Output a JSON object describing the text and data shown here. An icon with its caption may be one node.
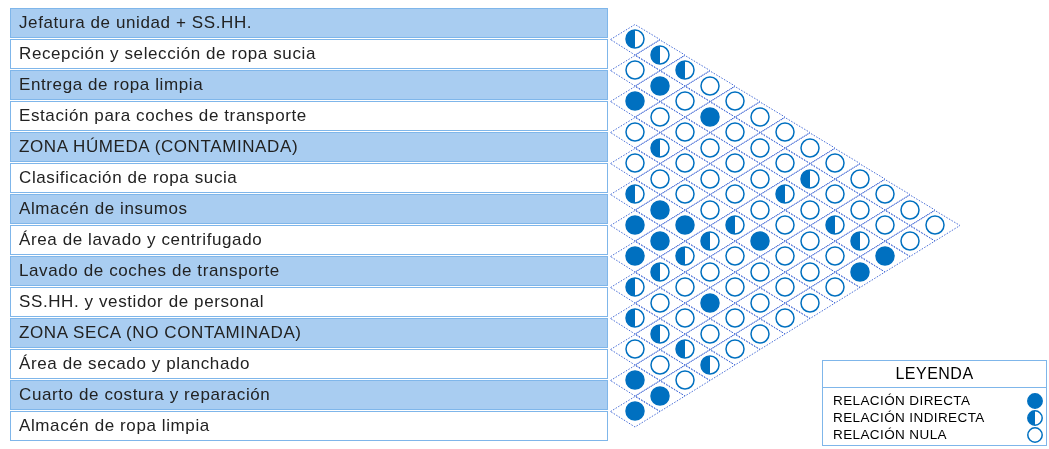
{
  "diagram": {
    "nodes": [
      {
        "text": [
          "Jefatura de unidad + SS.HH."
        ]
      },
      {
        "text": [
          "Recepción y selección de ropa sucia"
        ]
      },
      {
        "text": [
          "Entrega de ropa limpia"
        ]
      },
      {
        "text": [
          "Estación para coches de transporte"
        ]
      },
      {
        "text": [
          "ZONA HÚMEDA (CONTAMINADA)"
        ]
      },
      {
        "text": [
          "Clasificación de ropa sucia"
        ]
      },
      {
        "text": [
          "Almacén de insumos"
        ]
      },
      {
        "text": [
          "Área de lavado y centrifugado"
        ]
      },
      {
        "text": [
          "Lavado de coches de transporte"
        ]
      },
      {
        "text": [
          "SS.HH. y vestidor de personal"
        ]
      },
      {
        "text": [
          "ZONA SECA (NO CONTAMINADA)"
        ]
      },
      {
        "text": [
          "Área de secado y planchado"
        ]
      },
      {
        "text": [
          "Cuarto de costura y reparación"
        ]
      },
      {
        "text": [
          "Almacén de ropa limpia"
        ]
      },
      {
        "text": [],
        "shape": "half-circle"
      },
      {
        "text": [],
        "shape": "half-circle"
      },
      {
        "text": [],
        "shape": "circle"
      },
      {
        "text": [],
        "shape": "half-circle"
      },
      {
        "text": [],
        "shape": "dot"
      },
      {
        "text": [],
        "shape": "circle"
      },
      {
        "text": [],
        "shape": "dot"
      },
      {
        "text": [],
        "shape": "circle"
      },
      {
        "text": [],
        "shape": "circle"
      },
      {
        "text": [],
        "shape": "circle"
      },
      {
        "text": [],
        "shape": "dot"
      },
      {
        "text": [],
        "shape": "circle"
      },
      {
        "text": [],
        "shape": "circle"
      },
      {
        "text": [],
        "shape": "circle"
      },
      {
        "text": [],
        "shape": "circle"
      },
      {
        "text": [],
        "shape": "circle"
      },
      {
        "text": [],
        "shape": "half-circle"
      },
      {
        "text": [],
        "shape": "circle"
      },
      {
        "text": [],
        "shape": "circle"
      },
      {
        "text": [],
        "shape": "circle"
      },
      {
        "text": [],
        "shape": "circle"
      },
      {
        "text": [],
        "shape": "circle"
      },
      {
        "text": [],
        "shape": "circle"
      },
      {
        "text": [],
        "shape": "circle"
      },
      {
        "text": [],
        "shape": "circle"
      },
      {
        "text": [],
        "shape": "circle"
      },
      {
        "text": [],
        "shape": "circle"
      },
      {
        "text": [],
        "shape": "circle"
      },
      {
        "text": [],
        "shape": "half-circle"
      },
      {
        "text": [],
        "shape": "circle"
      },
      {
        "text": [],
        "shape": "half-circle"
      },
      {
        "text": [],
        "shape": "circle"
      },
      {
        "text": [],
        "shape": "circle"
      },
      {
        "text": [],
        "shape": "half-circle"
      },
      {
        "text": [],
        "shape": "circle"
      },
      {
        "text": [],
        "shape": "circle"
      },
      {
        "text": [],
        "shape": "dot"
      },
      {
        "text": [],
        "shape": "circle"
      },
      {
        "text": [],
        "shape": "circle"
      },
      {
        "text": [],
        "shape": "circle"
      },
      {
        "text": [],
        "shape": "circle"
      },
      {
        "text": [],
        "shape": "circle"
      },
      {
        "text": [],
        "shape": "dot"
      },
      {
        "text": [],
        "shape": "dot"
      },
      {
        "text": [],
        "shape": "half-circle"
      },
      {
        "text": [],
        "shape": "circle"
      },
      {
        "text": [],
        "shape": "half-circle"
      },
      {
        "text": [],
        "shape": "circle"
      },
      {
        "text": [],
        "shape": "circle"
      },
      {
        "text": [],
        "shape": "dot"
      },
      {
        "text": [],
        "shape": "half-circle"
      },
      {
        "text": [],
        "shape": "dot"
      },
      {
        "text": [],
        "shape": "circle"
      },
      {
        "text": [],
        "shape": "half-circle"
      },
      {
        "text": [],
        "shape": "circle"
      },
      {
        "text": [],
        "shape": "dot"
      },
      {
        "text": [],
        "shape": "half-circle"
      },
      {
        "text": [],
        "shape": "circle"
      },
      {
        "text": [],
        "shape": "circle"
      },
      {
        "text": [],
        "shape": "circle"
      },
      {
        "text": [],
        "shape": "dot"
      },
      {
        "text": [],
        "shape": "half-circle"
      },
      {
        "text": [],
        "shape": "circle"
      },
      {
        "text": [],
        "shape": "circle"
      },
      {
        "text": [],
        "shape": "circle"
      },
      {
        "text": [],
        "shape": "dot"
      },
      {
        "text": [],
        "shape": "half-circle"
      },
      {
        "text": [],
        "shape": "circle"
      },
      {
        "text": [],
        "shape": "circle"
      },
      {
        "text": [],
        "shape": "circle"
      },
      {
        "text": [],
        "shape": "circle"
      },
      {
        "text": [],
        "shape": "circle"
      },
      {
        "text": [],
        "shape": "dot"
      },
      {
        "text": [],
        "shape": "circle"
      },
      {
        "text": [],
        "shape": "circle"
      },
      {
        "text": [],
        "shape": "half-circle"
      },
      {
        "text": [],
        "shape": "circle"
      },
      {
        "text": [],
        "shape": "circle"
      },
      {
        "text": [],
        "shape": "circle"
      },
      {
        "text": [],
        "shape": "half-circle"
      },
      {
        "text": [],
        "shape": "circle"
      },
      {
        "text": [],
        "shape": "circle"
      },
      {
        "text": [],
        "shape": "circle"
      },
      {
        "text": [],
        "shape": "half-circle"
      },
      {
        "text": [],
        "shape": "circle"
      },
      {
        "text": [],
        "shape": "circle"
      },
      {
        "text": [],
        "shape": "half-circle"
      },
      {
        "text": [],
        "shape": "dot"
      },
      {
        "text": [],
        "shape": "circle"
      },
      {
        "text": [],
        "shape": "dot"
      },
      {
        "text": [],
        "shape": "dot"
      }
    ],
    "labels": [
      "LEYENDA"
    ],
    "legend": [
      {
        "text": "RELACIÓN DIRECTA"
      },
      {
        "text": "RELACIÓN INDIRECTA"
      },
      {
        "text": "RELACIÓN NULA"
      }
    ]
  }
}
